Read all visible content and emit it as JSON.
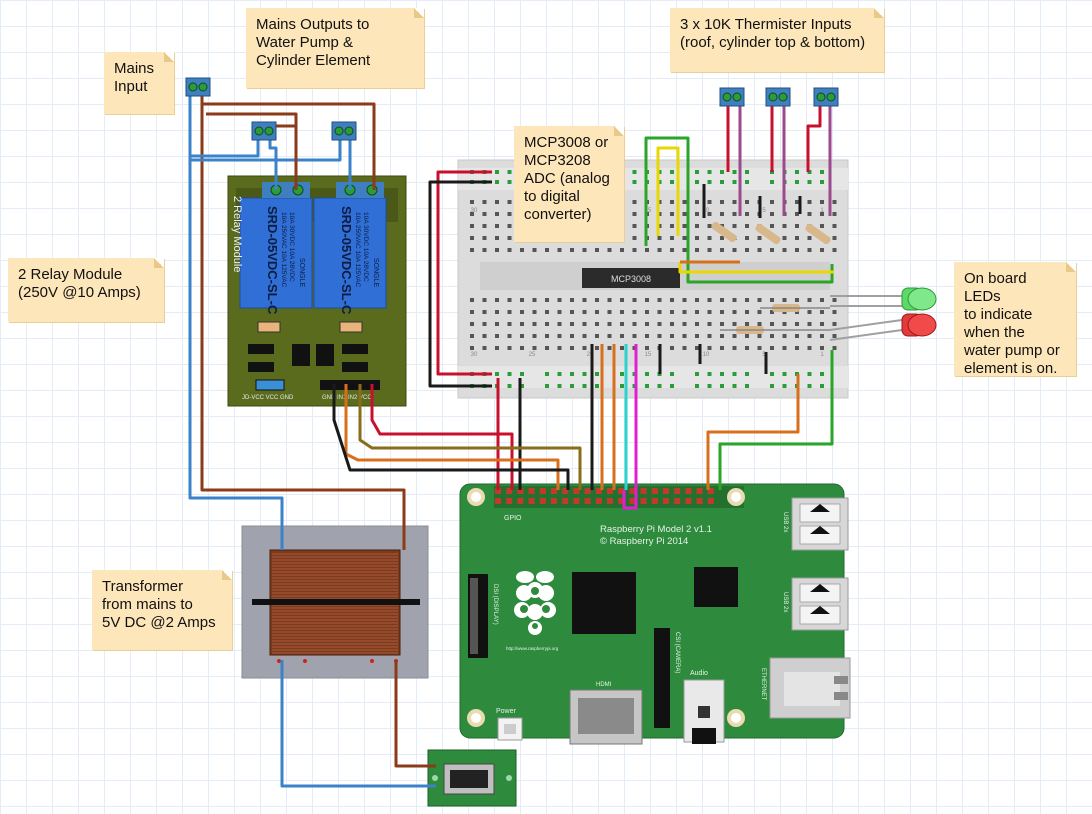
{
  "notes": {
    "mains_input": "Mains\nInput",
    "mains_outputs": "Mains Outputs to\nWater Pump &\nCylinder Element",
    "thermistors": "3 x 10K Thermister Inputs\n(roof, cylinder top & bottom)",
    "adc": "MCP3008 or\nMCP3208\nADC (analog\nto digital\nconverter)",
    "relay_module": "2 Relay Module\n(250V @10 Amps)",
    "leds": "On board LEDs\nto indicate\nwhen the\nwater pump or\nelement is on.",
    "transformer": "Transformer\nfrom mains to\n5V DC @2 Amps"
  },
  "relay_module": {
    "board_label": "2 Relay Module",
    "relay_model": "SRD-05VDC-SL-C",
    "relay_brand": "SONGLE",
    "relay_rating_1": "10A 250VAC  10A 125VAC",
    "relay_rating_2": "10A 30VDC  10A 28VDC",
    "power_pins": "JD-VCC VCC GND",
    "input_pins": "GND IN1 IN2 VCC"
  },
  "breadboard": {
    "chip_label": "MCP3008",
    "row_labels": [
      "30",
      "25",
      "20",
      "15",
      "10",
      "5",
      "1"
    ]
  },
  "raspberry_pi": {
    "title": "Raspberry Pi Model 2 v1.1",
    "copyright": "© Raspberry Pi 2014",
    "gpio": "GPIO",
    "dsi": "DSI (DISPLAY)",
    "csi": "CSI (CAMERA)",
    "hdmi": "HDMI",
    "audio": "Audio",
    "power": "Power",
    "usb1": "USB 2x",
    "usb2": "USB 2x",
    "ethernet": "ETHERNET",
    "url": "http://www.raspberrypi.org"
  },
  "colors": {
    "brown_wire": "#8b3a1a",
    "blue_wire": "#3b83c8",
    "red_wire": "#c8102e",
    "black_wire": "#1a1a1a",
    "green_wire": "#2aa52a",
    "yellow_wire": "#e8d800",
    "orange_wire": "#d86f1c",
    "olive_wire": "#8a6d1a",
    "cyan_wire": "#2ad3cf",
    "magenta_wire": "#e020d0",
    "purple_wire": "#9b4a8c",
    "pcb_green": "#2e8b3e",
    "relay_board": "#5a6b1e",
    "relay_blue": "#2f6fd6",
    "note_bg": "#fde6ba"
  },
  "icons": [
    "screw-terminal-icon",
    "raspberry-logo-icon",
    "led-icon",
    "resistor-icon"
  ]
}
